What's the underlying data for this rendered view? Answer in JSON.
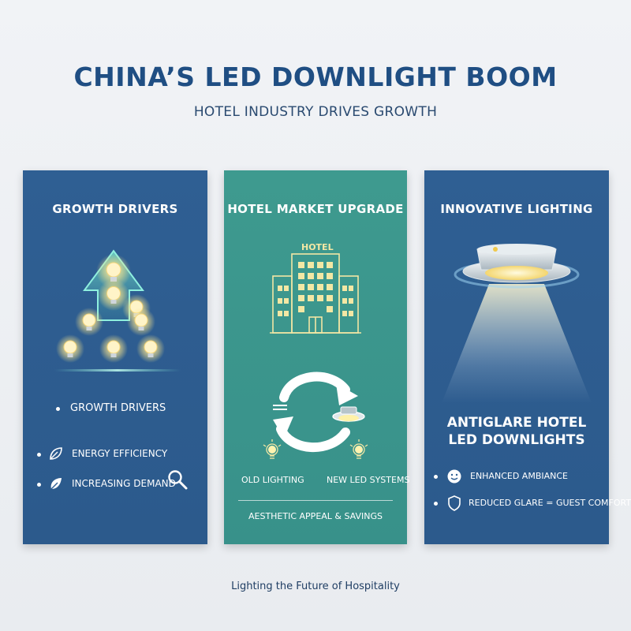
{
  "title": "CHINA’S LED DOWNLIGHT BOOM",
  "subtitle": "HOTEL INDUSTRY DRIVES GROWTH",
  "panels": {
    "growth": {
      "title": "GROWTH DRIVERS",
      "bullet_main": "GROWTH DRIVERS",
      "items": [
        {
          "label": "ENERGY EFFICIENCY",
          "icon": "leaf-icon"
        },
        {
          "label": "INCREASING DEMAND",
          "icon": "leaf-icon"
        }
      ],
      "extra_icon": "magnifier-icon"
    },
    "hotel": {
      "title": "HOTEL MARKET UPGRADE",
      "building_sign": "HOTEL",
      "old_label": "OLD LIGHTING",
      "new_label": "NEW LED SYSTEMS",
      "caption": "AESTHETIC APPEAL & SAVINGS"
    },
    "innovative": {
      "title": "INNOVATIVE LIGHTING",
      "headline_line1": "ANTIGLARE HOTEL",
      "headline_line2": "LED DOWNLIGHTS",
      "items": [
        {
          "label": "ENHANCED AMBIANCE",
          "icon": "smiley-icon"
        },
        {
          "label": "REDUCED GLARE = GUEST COMFORT",
          "icon": "shield-icon"
        }
      ]
    }
  },
  "footer": "Lighting the Future of Hospitality",
  "colors": {
    "title": "#1f4e83",
    "panel_blue": "#2f5f93",
    "panel_teal": "#3e9a8f",
    "bulb_glow": "#fff3b0",
    "line_art": "#f3e7a4"
  }
}
